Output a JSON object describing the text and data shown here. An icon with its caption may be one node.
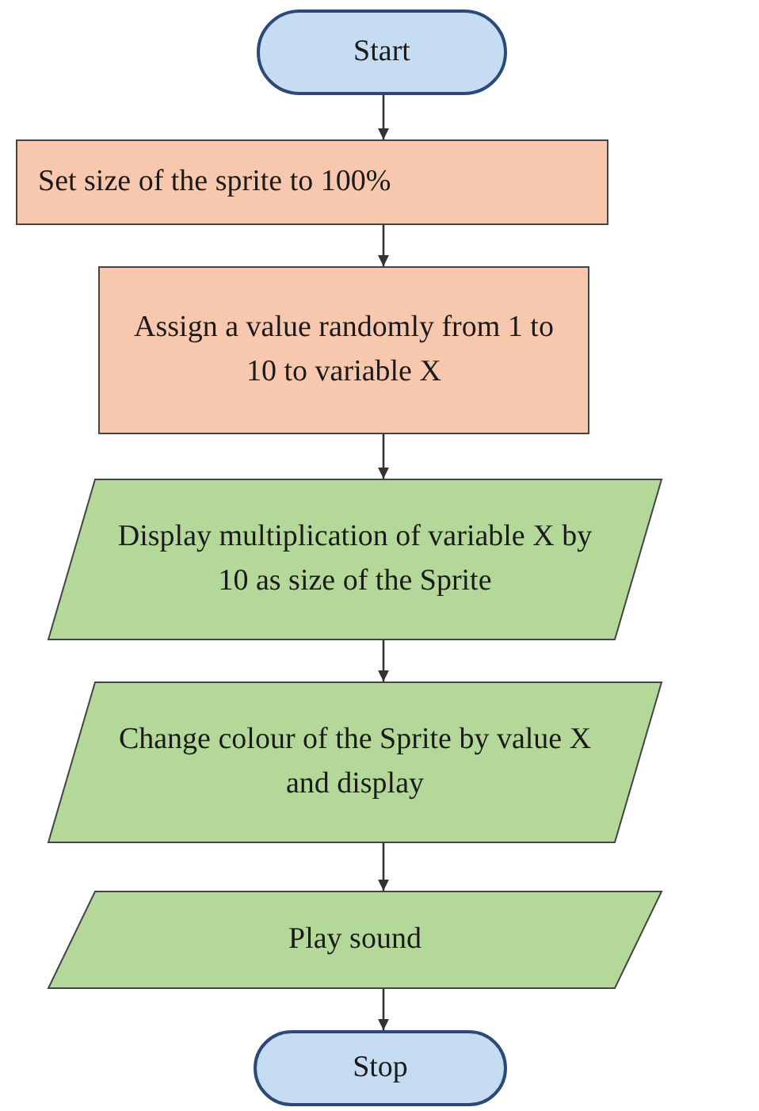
{
  "diagram": {
    "nodes": [
      {
        "text": [
          "Start"
        ]
      },
      {
        "text": [
          "Set size of the sprite to 100%"
        ]
      },
      {
        "text": [
          "Assign a value randomly from 1 to 10 to variable X"
        ]
      },
      {
        "text": [
          "Display multiplication of variable X by 10 as size of the Sprite"
        ]
      },
      {
        "text": [
          "Change colour of the Sprite by value X and display"
        ]
      },
      {
        "text": [
          "Play sound"
        ]
      },
      {
        "text": [
          "Stop"
        ]
      }
    ],
    "edges": [
      {
        "from": 0,
        "to": 1,
        "arrow": "to"
      },
      {
        "from": 1,
        "to": 2,
        "arrow": "to"
      },
      {
        "from": 2,
        "to": 3,
        "arrow": "to"
      },
      {
        "from": 3,
        "to": 4,
        "arrow": "to"
      },
      {
        "from": 4,
        "to": 5,
        "arrow": "to"
      },
      {
        "from": 5,
        "to": 6,
        "arrow": "to"
      }
    ]
  }
}
